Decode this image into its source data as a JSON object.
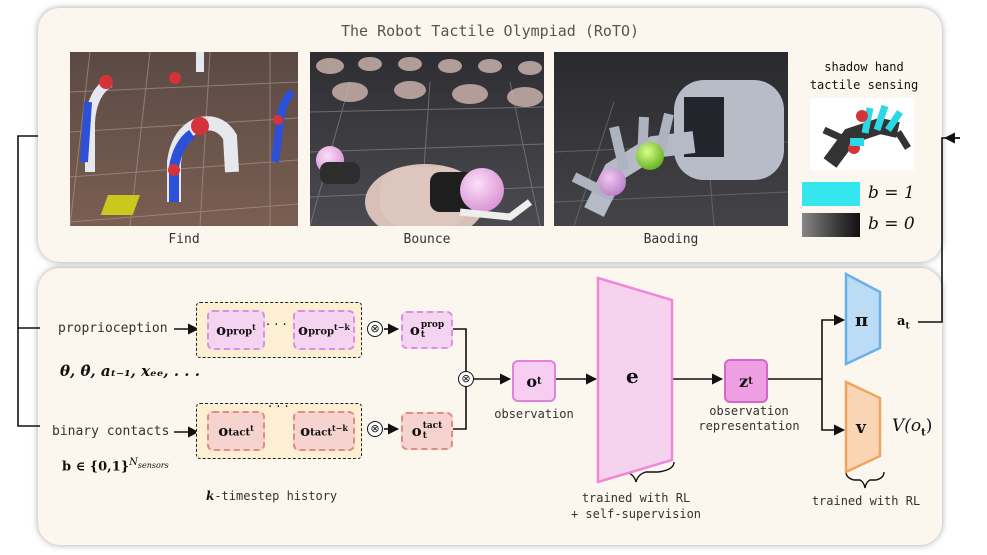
{
  "title": "The Robot Tactile Olympiad (RoTO)",
  "tasks": [
    {
      "label": "Find"
    },
    {
      "label": "Bounce"
    },
    {
      "label": "Baoding"
    }
  ],
  "shadow_hand": {
    "title_line1": "shadow hand",
    "title_line2": "tactile sensing",
    "legend_on": "b = 1",
    "legend_off": "b = 0",
    "color_on": "#35e6ee",
    "color_off": "#3a3a3a"
  },
  "inputs": {
    "proprioception": "proprioception",
    "proprio_vars": "θ, θ̇, aₜ₋₁, xₑₑ, . . .",
    "binary_contacts": "binary contacts",
    "contact_vars": "b ∈ {0,1}",
    "contact_sup": "N",
    "contact_sub": "sensors",
    "history_k": "k",
    "history_label": "-timestep history"
  },
  "tokens": {
    "o": "o",
    "prop": "prop",
    "tact": "tact",
    "t": "t",
    "t_minus_k": "t−k",
    "dots": "· · ·"
  },
  "nodes": {
    "o_t": "o",
    "o_t_sub": "t",
    "observation": "observation",
    "encoder": "e",
    "z_t": "z",
    "z_t_sub": "t",
    "obs_rep_line1": "observation",
    "obs_rep_line2": "representation",
    "policy": "π",
    "action": "a",
    "action_sub": "t",
    "value": "v",
    "value_out": "V(o",
    "value_out_sub": "t",
    "value_out_close": ")"
  },
  "braces": {
    "encoder_line1": "trained with RL",
    "encoder_line2": "+ self-supervision",
    "heads": "trained with RL"
  },
  "colors": {
    "encoder_fill": "#f5d3ee",
    "encoder_stroke": "#ef86d8",
    "policy_fill": "#bcdcf6",
    "policy_stroke": "#6bb0e8",
    "value_fill": "#f9d5b3",
    "value_stroke": "#f0a460",
    "history_fill": "#fcefd2"
  }
}
